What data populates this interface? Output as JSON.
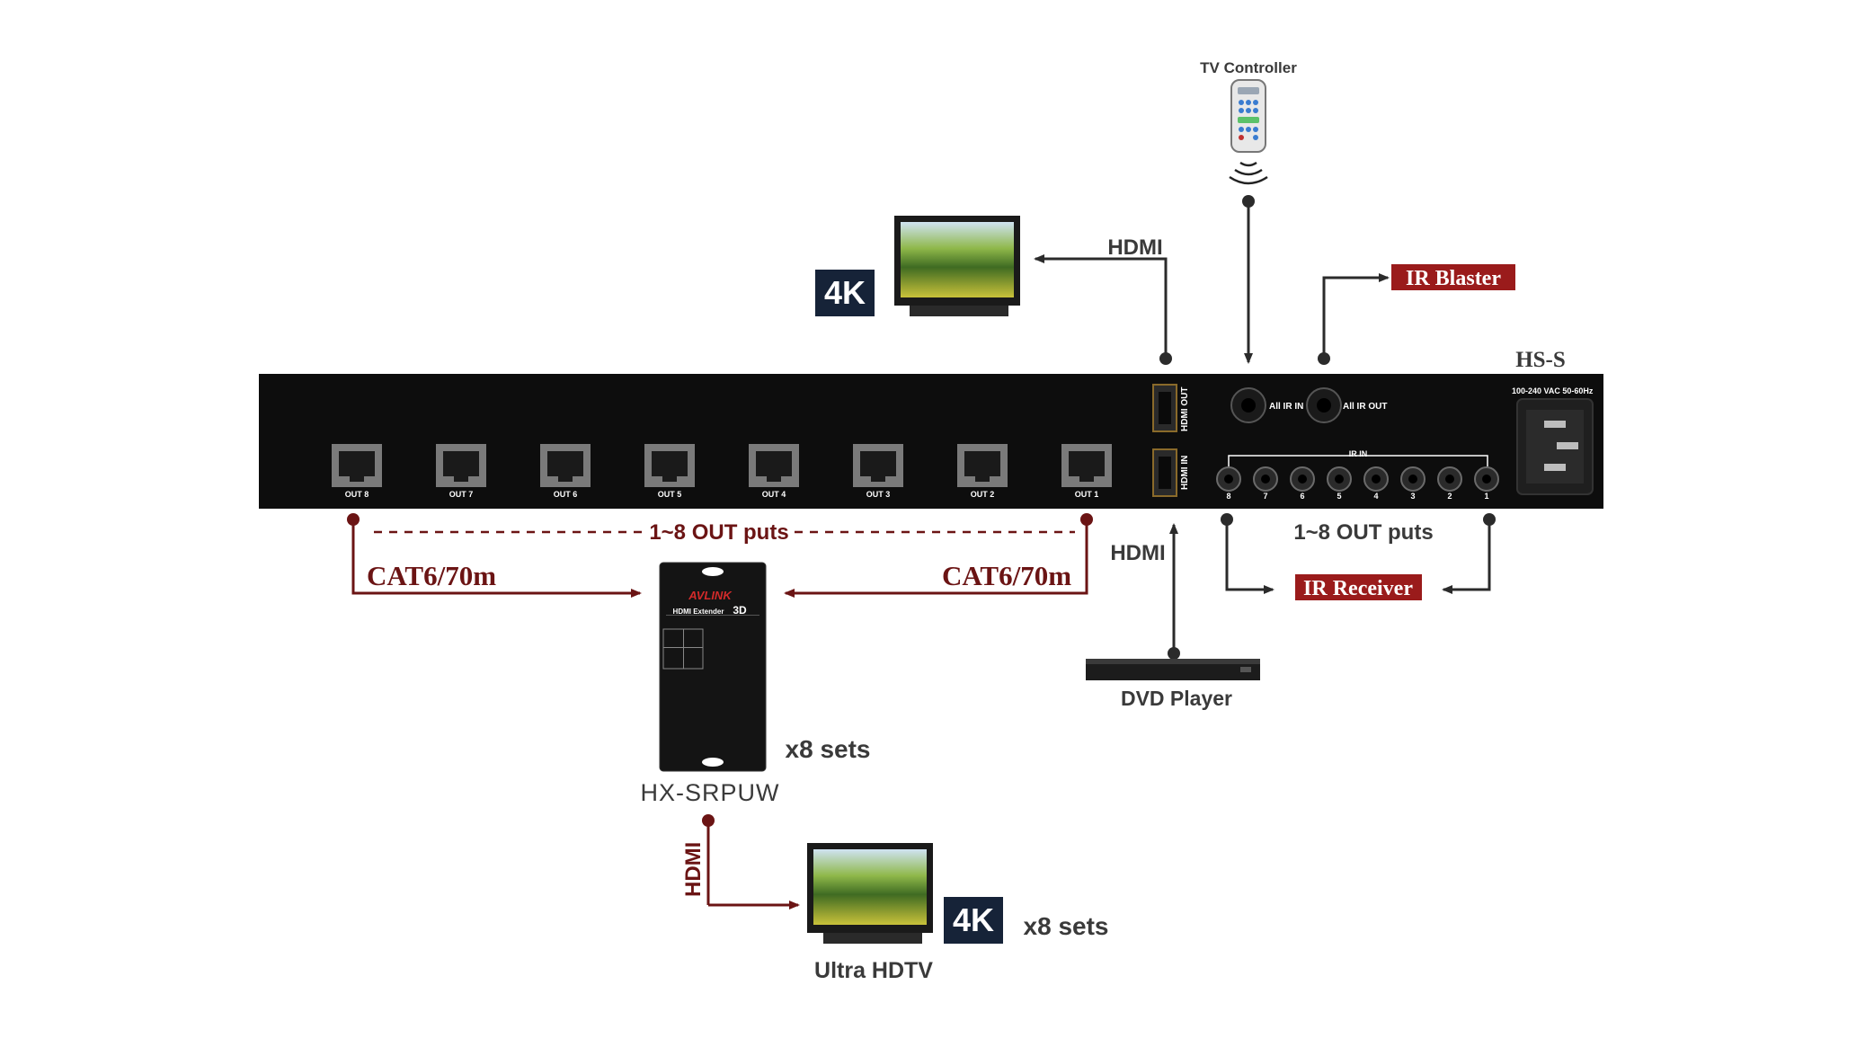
{
  "device": {
    "model": "HS-S",
    "power_label": "100-240 VAC 50-60Hz",
    "hdmi_out_label": "HDMI OUT",
    "hdmi_in_label": "HDMI IN",
    "all_ir_in_label": "All IR IN",
    "all_ir_out_label": "All IR OUT",
    "ir_in_label": "IR IN",
    "ir_ports": [
      "8",
      "7",
      "6",
      "5",
      "4",
      "3",
      "2",
      "1"
    ],
    "out_ports": [
      "OUT 8",
      "OUT 7",
      "OUT 6",
      "OUT 5",
      "OUT 4",
      "OUT 3",
      "OUT 2",
      "OUT 1"
    ]
  },
  "labels": {
    "tv_controller": "TV Controller",
    "hdmi_top": "HDMI",
    "ir_blaster": "IR Blaster",
    "badge_4k_top": "4K",
    "outputs_left": "1~8 OUT puts",
    "outputs_right": "1~8 OUT puts",
    "cat_left": "CAT6/70m",
    "cat_right": "CAT6/70m",
    "hdmi_mid": "HDMI",
    "ir_receiver": "IR Receiver",
    "dvd_player": "DVD Player",
    "extender_sets": "x8 sets",
    "extender_model": "HX-SRPUW",
    "hdmi_bottom": "HDMI",
    "badge_4k_bottom": "4K",
    "tv_sets": "x8 sets",
    "ultra_hdtv": "Ultra HDTV"
  },
  "extender": {
    "brand": "AVLINK",
    "product": "HDMI Extender",
    "tag_3d": "3D"
  },
  "colors": {
    "arrow_dark": "#2b2b2b",
    "arrow_red": "#6b1414",
    "label_red_bg": "#9a1b1b",
    "badge_bg": "#162338",
    "panel_bg": "#0d0d0d"
  }
}
